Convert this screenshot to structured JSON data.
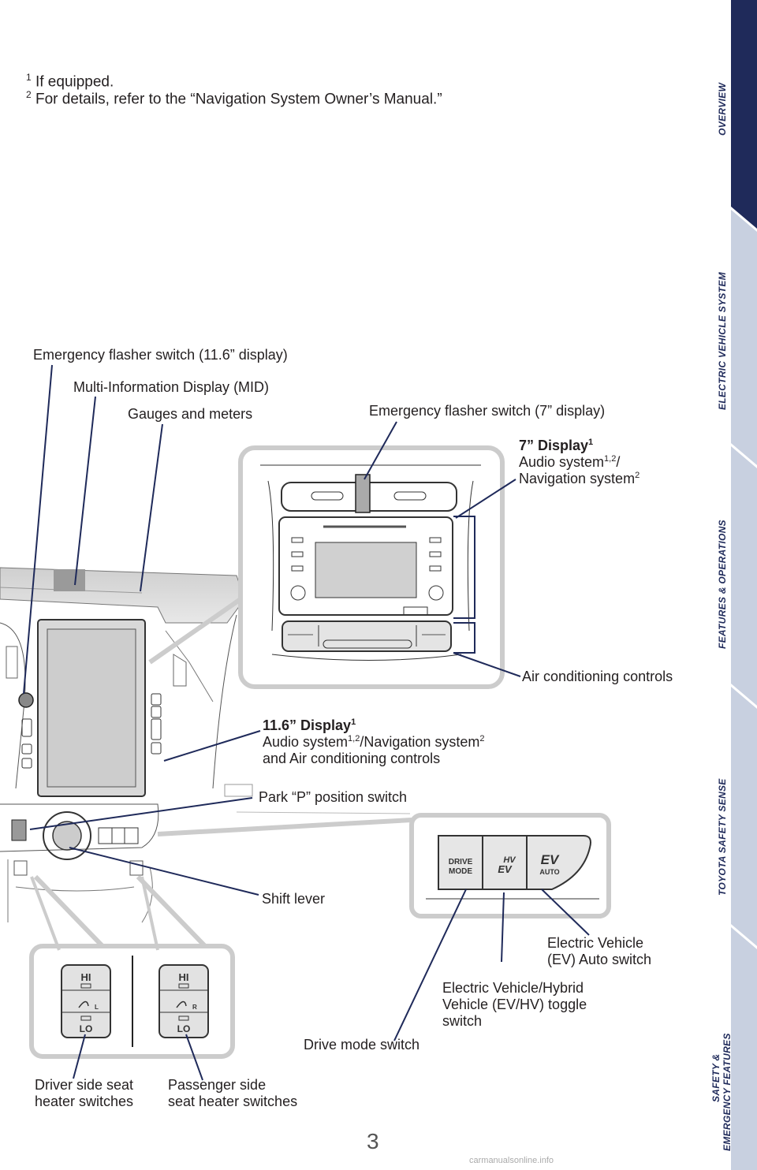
{
  "footnotes": [
    {
      "num": "1",
      "text": "If equipped."
    },
    {
      "num": "2",
      "text": "For details, refer to the “Navigation System Owner’s Manual.”"
    }
  ],
  "labels": {
    "flasher_116": "Emergency flasher switch (11.6” display)",
    "mid": "Multi-Information Display (MID)",
    "gauges": "Gauges and meters",
    "flasher_7": "Emergency flasher switch (7” display)",
    "display7_title": "7” Display",
    "display7_title_sup": "1",
    "display7_audio": "Audio system",
    "display7_audio_sup": "1,2",
    "display7_slash": "/",
    "display7_nav": "Navigation system",
    "display7_nav_sup": "2",
    "ac_controls": "Air conditioning controls",
    "display116_title": "11.6” Display",
    "display116_title_sup": "1",
    "display116_audio": "Audio system",
    "display116_audio_sup": "1,2",
    "display116_nav": "/Navigation system",
    "display116_nav_sup": "2",
    "display116_line3": "and Air conditioning controls",
    "park": "Park “P” position switch",
    "shift": "Shift lever",
    "ev_auto_1": "Electric Vehicle",
    "ev_auto_2": "(EV) Auto switch",
    "evhv_1": "Electric Vehicle/Hybrid",
    "evhv_2": "Vehicle (EV/HV) toggle",
    "evhv_3": "switch",
    "drive_mode": "Drive mode switch",
    "driver_seat_1": "Driver side seat",
    "driver_seat_2": "heater switches",
    "pass_seat_1": "Passenger side",
    "pass_seat_2": "seat heater switches"
  },
  "buttons": {
    "drive_1": "DRIVE",
    "drive_2": "MODE",
    "hv": "HV",
    "ev": "EV",
    "ev_big": "EV",
    "auto": "AUTO",
    "hi": "HI",
    "lo": "LO",
    "l": "L",
    "r": "R"
  },
  "sidebar": {
    "tabs": [
      "OVERVIEW",
      "ELECTRIC VEHICLE SYSTEM",
      "FEATURES & OPERATIONS",
      "TOYOTA SAFETY SENSE",
      "SAFETY &",
      "EMERGENCY FEATURES"
    ]
  },
  "page_number": "3",
  "watermark": "carmanualsonline.info",
  "colors": {
    "accent": "#1f2a5a",
    "sidebar_light": "#c8d0e0",
    "leader": "#1f2a5a"
  }
}
